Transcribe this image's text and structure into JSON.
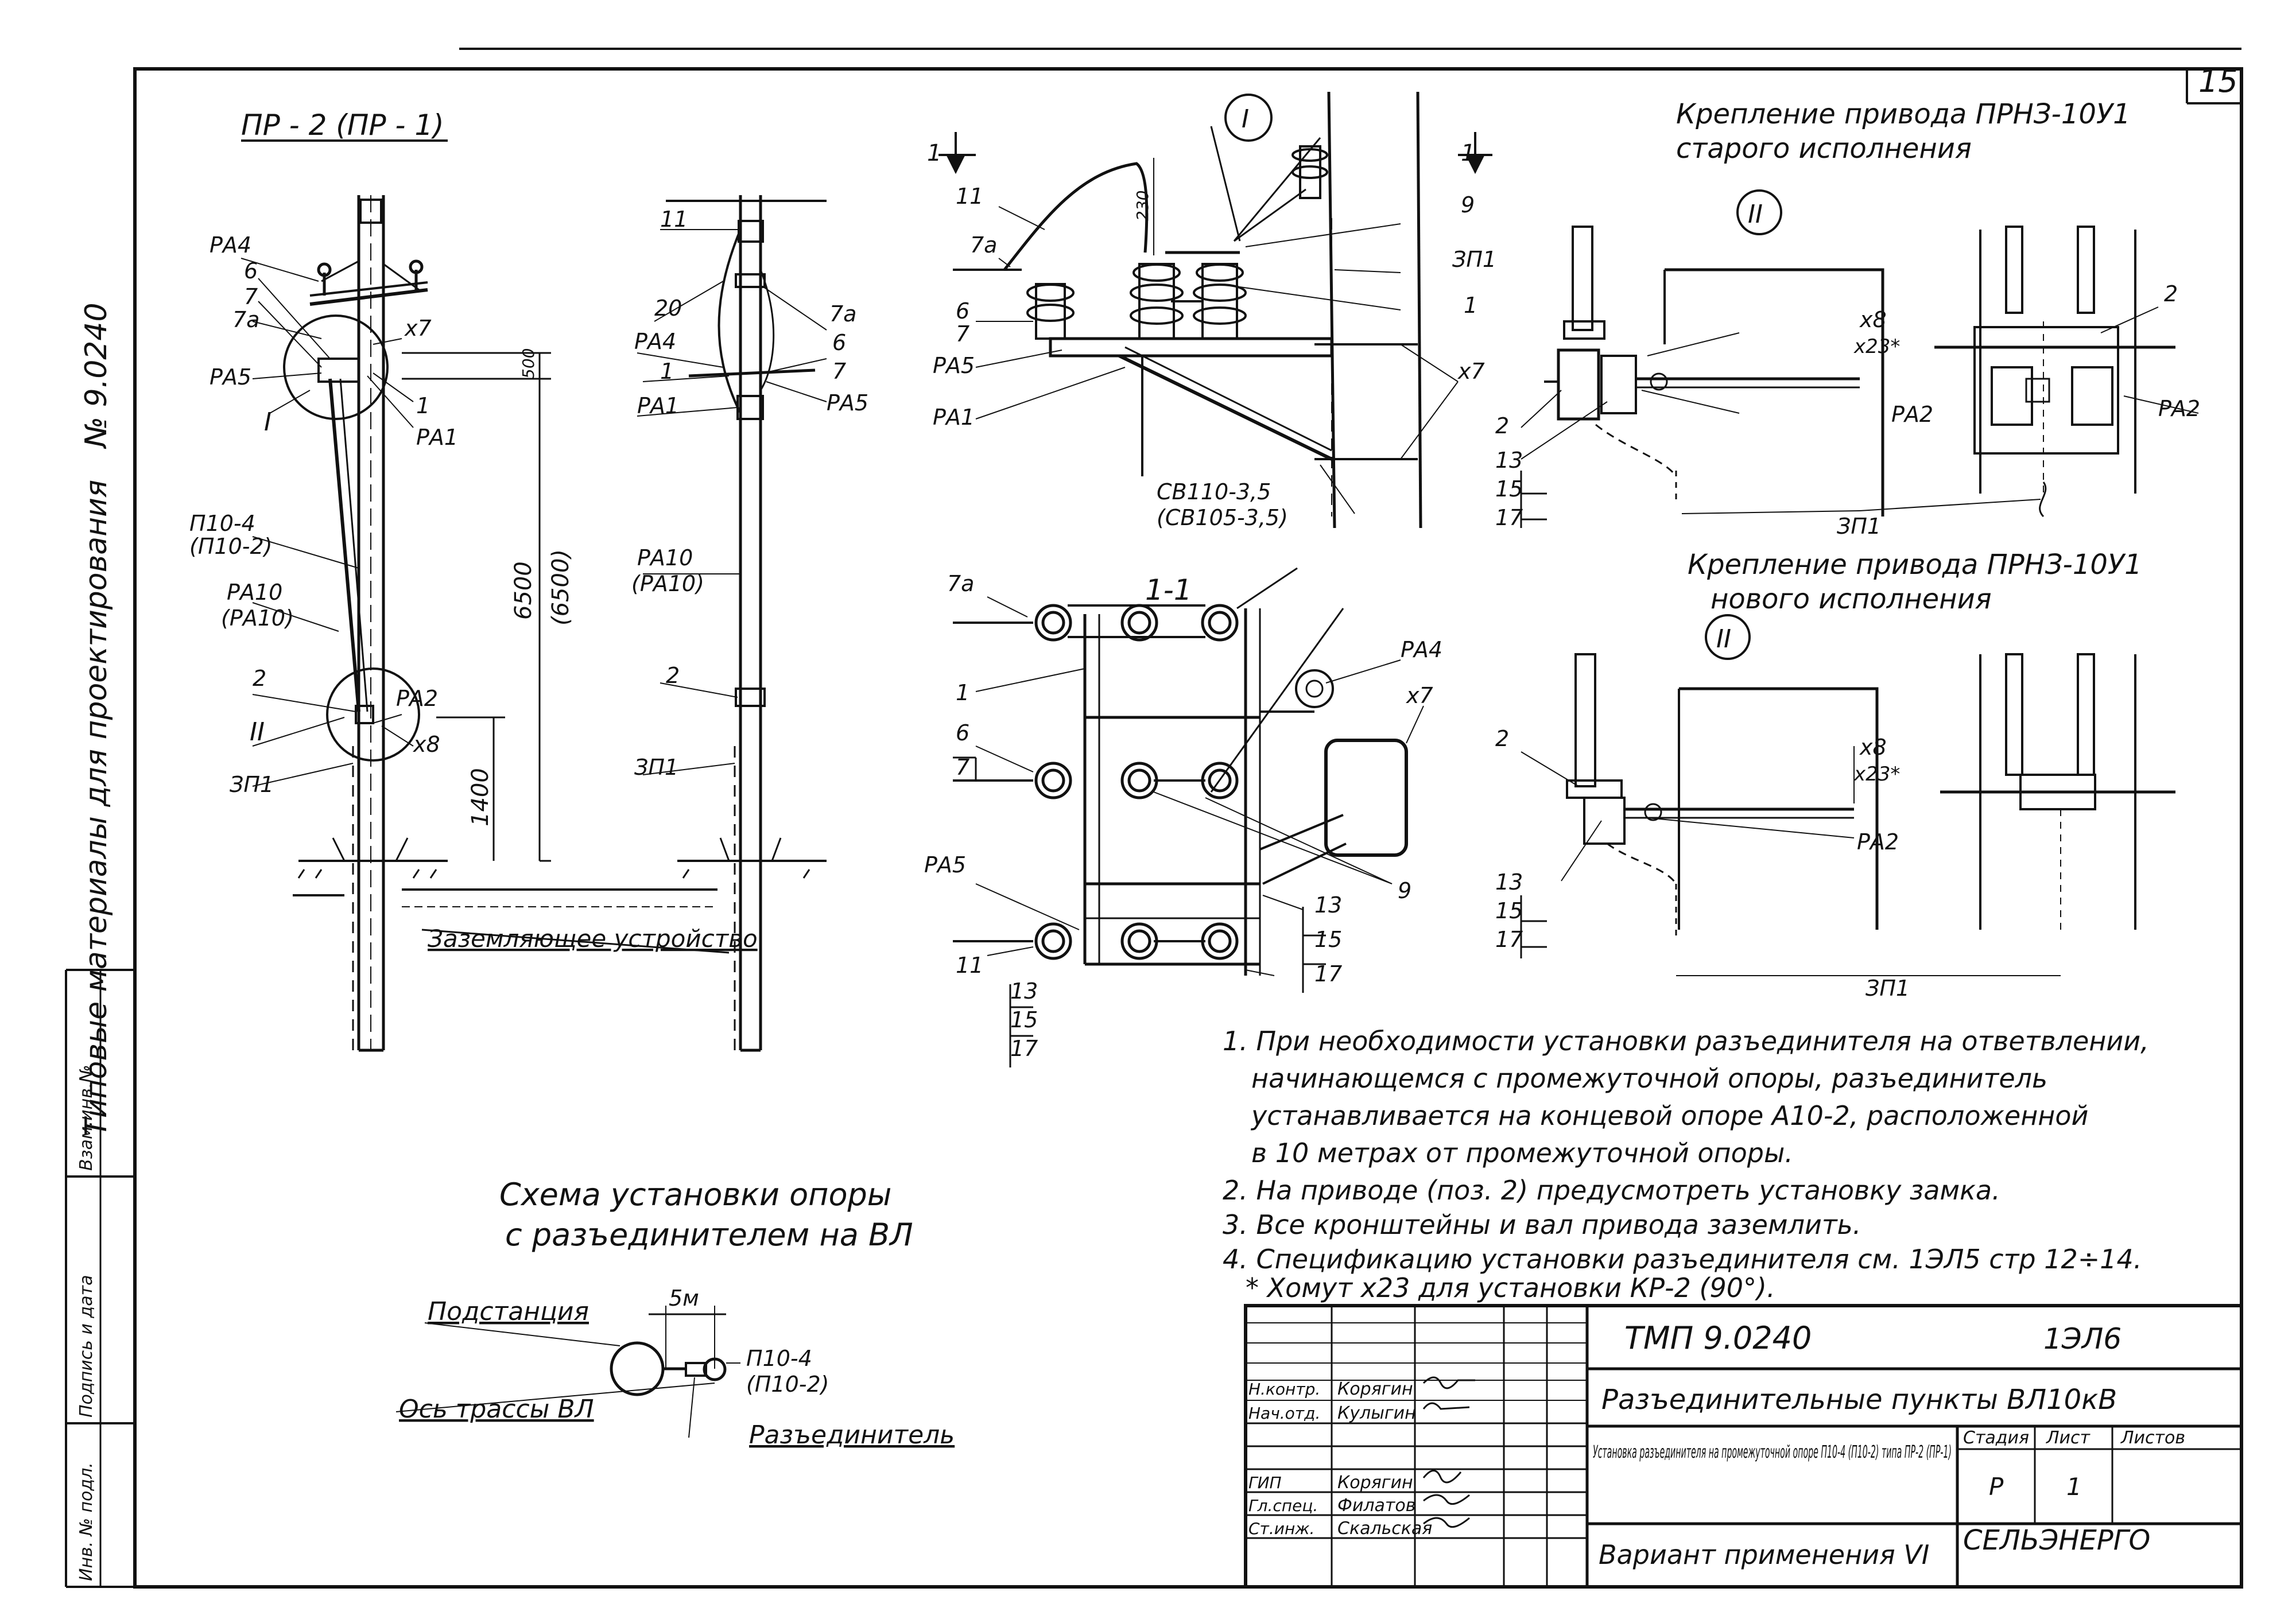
{
  "sheet": {
    "page_number": "15",
    "left_stamp": "Типовые материалы для проектирования",
    "left_code": "№ 9.0240",
    "side_cells": [
      "Взам.инв.№",
      "Подпись и дата",
      "Инв. № подл."
    ]
  },
  "view1": {
    "title": "ПР - 2 (ПР - 1)",
    "labels": {
      "ra4": "РА4",
      "n6": "6",
      "n7": "7",
      "n7a": "7а",
      "ra5": "РА5",
      "roman1": "I",
      "x7": "х7",
      "n1": "1",
      "ra1": "РА1",
      "dim500": "500",
      "dim6500": "6500",
      "dim6500b": "(6500)",
      "p10_4": "П10-4",
      "p10_2": "(П10-2)",
      "ra10": "РА10",
      "ra10b": "(РА10)",
      "n2": "2",
      "ra2": "РА2",
      "roman2": "II",
      "x8": "х8",
      "zp1": "ЗП1",
      "dim1400": "1400",
      "ground": "Заземляющее устройство"
    }
  },
  "view2": {
    "labels": {
      "n11": "11",
      "n20": "20",
      "ra4": "РА4",
      "n1": "1",
      "ra1": "РА1",
      "n7a": "7а",
      "n6": "6",
      "n7": "7",
      "ra5": "РА5",
      "ra10": "РА10",
      "ra10b": "(РА10)",
      "n2": "2",
      "zp1": "ЗП1"
    }
  },
  "detail1": {
    "roman": "I",
    "section": "1",
    "labels": {
      "n11": "11",
      "n7a": "7а",
      "n6": "6",
      "n7": "7",
      "ra5": "РА5",
      "ra1": "РА1",
      "dim230": "230",
      "n9": "9",
      "zp1": "ЗП1",
      "n1": "1",
      "x7": "х7",
      "sv1": "СВ110-3,5",
      "sv2": "(СВ105-3,5)"
    }
  },
  "section11": {
    "title": "1-1",
    "labels": {
      "n7a": "7а",
      "n1": "1",
      "n6": "6",
      "n7": "7",
      "ra5": "РА5",
      "n11": "11",
      "n13": "13",
      "n15": "15",
      "n17": "17",
      "ra4": "РА4",
      "x7": "х7",
      "n9": "9",
      "n13b": "13",
      "n15b": "15",
      "n17b": "17"
    }
  },
  "drive_old": {
    "title_line1": "Крепление привода ПРНЗ-10У1",
    "title_line2": "старого исполнения",
    "roman": "II",
    "labels": {
      "x8": "х8",
      "x23": "х23*",
      "n2": "2",
      "ra2": "РА2",
      "n13": "13",
      "n15": "15",
      "n17": "17",
      "zp1": "ЗП1",
      "n2b": "2",
      "ra2b": "РА2"
    }
  },
  "drive_new": {
    "title_line1": "Крепление привода ПРНЗ-10У1",
    "title_line2": "нового исполнения",
    "roman": "II",
    "labels": {
      "x8": "х8",
      "x23": "х23*",
      "n2": "2",
      "ra2": "РА2",
      "n13": "13",
      "n15": "15",
      "n17": "17",
      "zp1": "ЗП1"
    }
  },
  "scheme": {
    "title_line1": "Схема установки опоры",
    "title_line2": "с разъединителем на ВЛ",
    "substation": "Подстанция",
    "distance": "5м",
    "support1": "П10-4",
    "support2": "(П10-2)",
    "axis": "Ось трассы ВЛ",
    "disconnector": "Разъединитель"
  },
  "notes": [
    "1. При необходимости установки разъединителя на ответвлении,",
    "начинающемся с промежуточной опоры, разъединитель",
    "устанавливается на концевой опоре А10-2, расположенной",
    "в 10 метрах от промежуточной опоры.",
    "2. На приводе (поз. 2) предусмотреть установку замка.",
    "3. Все кронштейны и вал привода заземлить.",
    "4. Спецификацию установки разъединителя см. 1ЭЛ5 стр 12÷14.",
    "* Хомут х23 для установки КР-2 (90°)."
  ],
  "title_block": {
    "doc_code": "ТМП 9.0240",
    "sheet_code": "1ЭЛ6",
    "project": "Разъединительные пункты ВЛ10кВ",
    "drawing_title": "Установка разъединителя на промежуточной опоре П10-4 (П10-2) типа ПР-2 (ПР-1)",
    "variant": "Вариант применения VI",
    "stage_header": "Стадия",
    "sheet_header": "Лист",
    "sheets_header": "Листов",
    "stage": "Р",
    "sheet": "1",
    "org": "СЕЛЬЭНЕРГО",
    "roles": [
      {
        "role": "Н.контр.",
        "name": "Корягин"
      },
      {
        "role": "Нач.отд.",
        "name": "Кулыгин"
      },
      {
        "role": "",
        "name": ""
      },
      {
        "role": "ГИП",
        "name": "Корягин"
      },
      {
        "role": "Гл.спец.",
        "name": "Филатов"
      },
      {
        "role": "Ст.инж.",
        "name": "Скальская"
      }
    ]
  }
}
